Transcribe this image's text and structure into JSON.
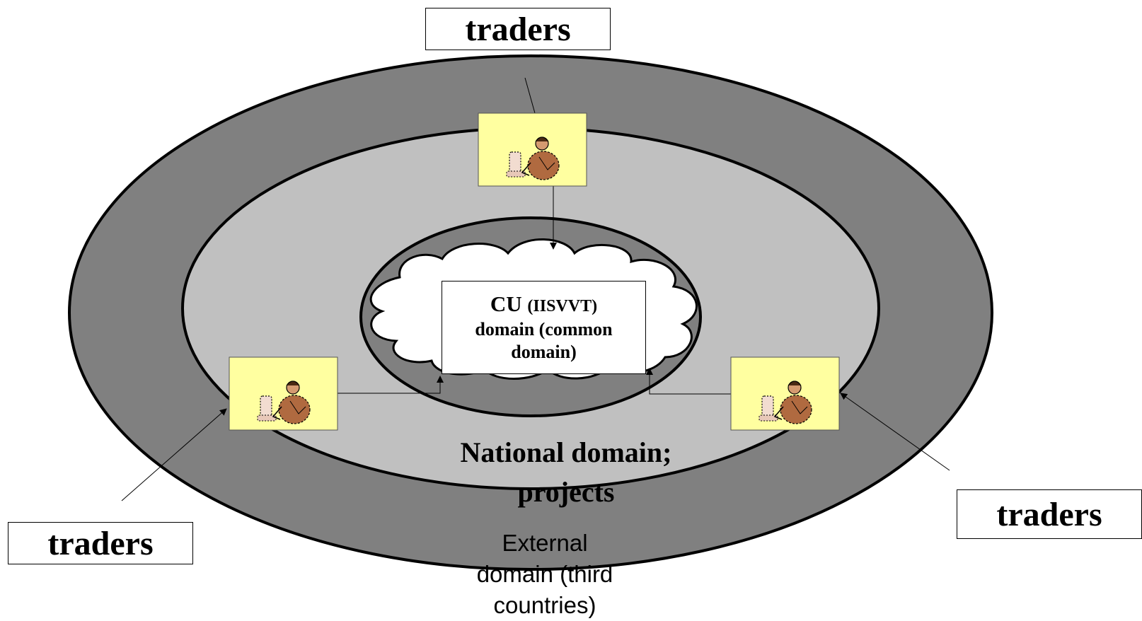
{
  "diagram": {
    "cu_domain": {
      "line1_main": "CU",
      "line1_small": "(IISVVT)",
      "line2": "domain (common",
      "line3": "domain)"
    },
    "national_domain": {
      "line1": "National domain;",
      "line2": "projects"
    },
    "external_domain": {
      "line1": "External",
      "line2": "domain (third",
      "line3": "countries)"
    },
    "trader_labels": {
      "top": "traders",
      "left": "traders",
      "right": "traders"
    },
    "icons": {
      "trader_workstation": "trader-at-computer-icon",
      "cloud": "cloud-shape"
    },
    "colors": {
      "outer_ring": "#808080",
      "middle_ring": "#c0c0c0",
      "inner_ring": "#808080",
      "cloud": "#ffffff",
      "icon_background": "#ffffa0",
      "outline": "#000000"
    }
  }
}
